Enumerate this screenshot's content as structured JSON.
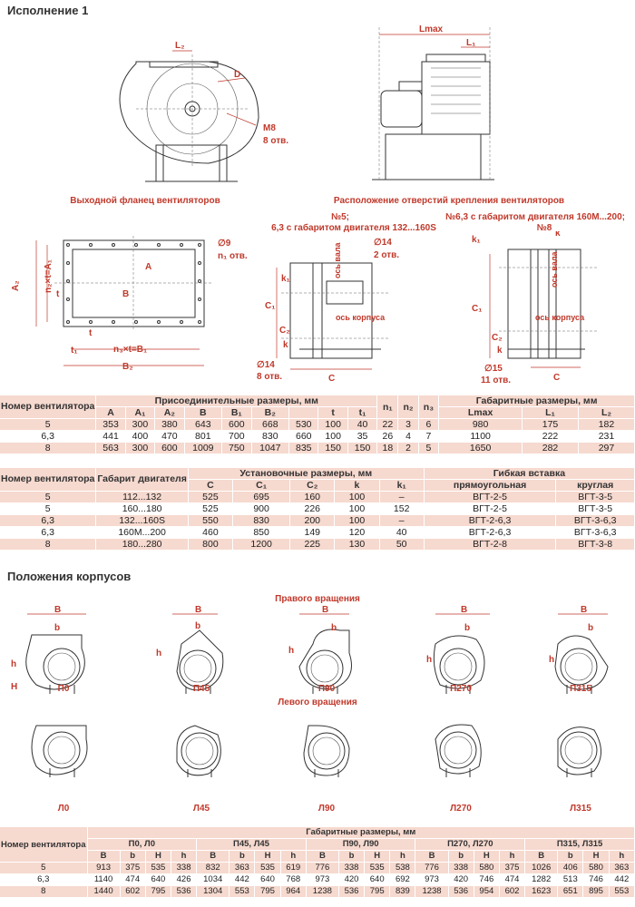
{
  "headings": {
    "version1": "Исполнение 1",
    "positions": "Положения корпусов"
  },
  "captions": {
    "outlet_flange": "Выходной фланец вентиляторов",
    "mount_holes": "Расположение отверстий крепления вентиляторов",
    "fan5_a": "№5;",
    "fan5_b": "6,3 с габаритом двигателя 132...160S",
    "fan63": "№6,3 с габаритом двигателя 160М...200;",
    "fan8": "№8",
    "right_rot": "Правого вращения",
    "left_rot": "Левого вращения"
  },
  "drawing_labels": {
    "L2": "L₂",
    "D": "D",
    "M8": "M8",
    "holes8": "8 отв.",
    "Lmax": "Lmax",
    "L1": "L₁",
    "A2": "A₂",
    "n2A1": "n₂×t=A₁",
    "t": "t",
    "A": "A",
    "B": "B",
    "n1": "n₁ отв.",
    "d9": "∅9",
    "t1": "t₁",
    "n3B1": "n₃×t=B₁",
    "B2": "B₂",
    "d14a": "∅14",
    "holes2": "2 отв.",
    "shaft_axis": "ось вала",
    "k1": "k₁",
    "C1": "C₁",
    "C2": "C₂",
    "k": "k",
    "body_axis": "ось корпуса",
    "d14b": "∅14",
    "holes8b": "8 отв.",
    "C": "C",
    "d15": "∅15",
    "holes11": "11 отв."
  },
  "table1": {
    "col_fan": "Номер вентилятора",
    "group_connect": "Присоединительные размеры, мм",
    "group_overall": "Габаритные размеры, мм",
    "sub": [
      "A",
      "A₁",
      "A₂",
      "B",
      "B₁",
      "B₂",
      "t",
      "t₁"
    ],
    "n": [
      "n₁",
      "n₂",
      "n₃"
    ],
    "overall_sub": [
      "Lmax",
      "L₁",
      "L₂"
    ],
    "rows": [
      [
        "5",
        "353",
        "300",
        "380",
        "643",
        "600",
        "668",
        "530",
        "100",
        "40",
        "22",
        "3",
        "6",
        "980",
        "175",
        "182"
      ],
      [
        "6,3",
        "441",
        "400",
        "470",
        "801",
        "700",
        "830",
        "660",
        "100",
        "35",
        "26",
        "4",
        "7",
        "1100",
        "222",
        "231"
      ],
      [
        "8",
        "563",
        "300",
        "600",
        "1009",
        "750",
        "1047",
        "835",
        "150",
        "150",
        "18",
        "2",
        "5",
        "1650",
        "282",
        "297"
      ]
    ]
  },
  "table2": {
    "col_fan": "Номер вентилятора",
    "col_motor": "Габарит двигателя",
    "group_install": "Установочные размеры, мм",
    "group_flex": "Гибкая вставка",
    "sub": [
      "C",
      "C₁",
      "C₂",
      "k",
      "k₁"
    ],
    "flex_sub": [
      "прямоугольная",
      "круглая"
    ],
    "rows": [
      [
        "5",
        "112...132",
        "525",
        "695",
        "160",
        "100",
        "–",
        "ВГТ-2-5",
        "ВГТ-3-5"
      ],
      [
        "5",
        "160...180",
        "525",
        "900",
        "226",
        "100",
        "152",
        "ВГТ-2-5",
        "ВГТ-3-5"
      ],
      [
        "6,3",
        "132...160S",
        "550",
        "830",
        "200",
        "100",
        "–",
        "ВГТ-2-6,3",
        "ВГТ-3-6,3"
      ],
      [
        "6,3",
        "160M...200",
        "460",
        "850",
        "149",
        "120",
        "40",
        "ВГТ-2-6,3",
        "ВГТ-3-6,3"
      ],
      [
        "8",
        "180...280",
        "800",
        "1200",
        "225",
        "130",
        "50",
        "ВГТ-2-8",
        "ВГТ-3-8"
      ]
    ]
  },
  "positions": {
    "right": [
      "П0",
      "П45",
      "П90",
      "П270",
      "П315"
    ],
    "left": [
      "Л0",
      "Л45",
      "Л90",
      "Л270",
      "Л315"
    ],
    "dims": {
      "B": "B",
      "b": "b",
      "h": "h",
      "H": "H"
    }
  },
  "table3": {
    "col_fan": "Номер вентилятора",
    "group": "Габаритные размеры, мм",
    "groups": [
      "П0, Л0",
      "П45, Л45",
      "П90, Л90",
      "П270, Л270",
      "П315, Л315"
    ],
    "sub": [
      "B",
      "b",
      "H",
      "h"
    ],
    "rows": [
      [
        "5",
        "913",
        "375",
        "535",
        "338",
        "832",
        "363",
        "535",
        "619",
        "776",
        "338",
        "535",
        "538",
        "776",
        "338",
        "580",
        "375",
        "1026",
        "406",
        "580",
        "363"
      ],
      [
        "6,3",
        "1140",
        "474",
        "640",
        "426",
        "1034",
        "442",
        "640",
        "768",
        "973",
        "420",
        "640",
        "692",
        "973",
        "420",
        "746",
        "474",
        "1282",
        "513",
        "746",
        "442"
      ],
      [
        "8",
        "1440",
        "602",
        "795",
        "536",
        "1304",
        "553",
        "795",
        "964",
        "1238",
        "536",
        "795",
        "839",
        "1238",
        "536",
        "954",
        "602",
        "1623",
        "651",
        "895",
        "553"
      ]
    ]
  }
}
